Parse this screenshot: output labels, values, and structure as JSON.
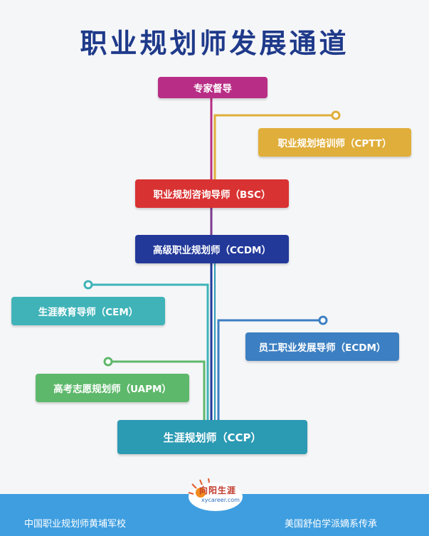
{
  "title": "职业规划师发展通道",
  "nodes": {
    "supervisor": "专家督导",
    "cptt": "职业规划培训师（CPTT）",
    "bsc": "职业规划咨询导师（BSC）",
    "ccdm": "高级职业规划师（CCDM）",
    "cem": "生涯教育导师（CEM）",
    "ecdm": "员工职业发展导师（ECDM）",
    "uapm": "高考志愿规划师（UAPM）",
    "ccp": "生涯规划师（CCP）"
  },
  "colors": {
    "supervisor": "#b82e86",
    "cptt": "#e0ae3a",
    "bsc": "#d93232",
    "ccdm": "#22399a",
    "cem": "#3fb3b8",
    "ecdm": "#3c7fc2",
    "uapm": "#5eb86b",
    "ccp": "#2b9ab3"
  },
  "footer": {
    "left": "中国职业规划师黄埔军校",
    "right": "美国舒伯学派嫡系传承",
    "logo_text": "向阳生涯",
    "logo_sub": "xycareer.com"
  }
}
